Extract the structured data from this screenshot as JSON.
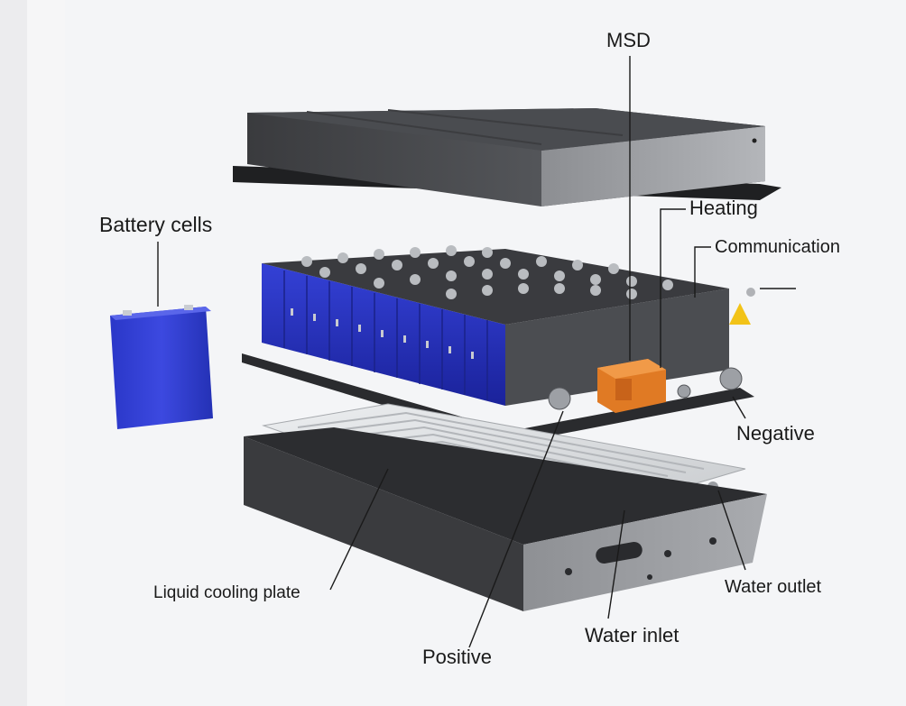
{
  "labels": {
    "msd": "MSD",
    "heating": "Heating",
    "communication": "Communication",
    "battery_cells": "Battery cells",
    "negative": "Negative",
    "liquid_cooling_plate": "Liquid cooling plate",
    "water_outlet": "Water outlet",
    "water_inlet": "Water inlet",
    "positive": "Positive"
  },
  "colors": {
    "cell_blue": "#2a37c8",
    "msd_orange": "#e07a24",
    "warning_yellow": "#f2c318",
    "housing_dark": "#2c2d30",
    "cooling_plate": "#d9dcdf"
  }
}
